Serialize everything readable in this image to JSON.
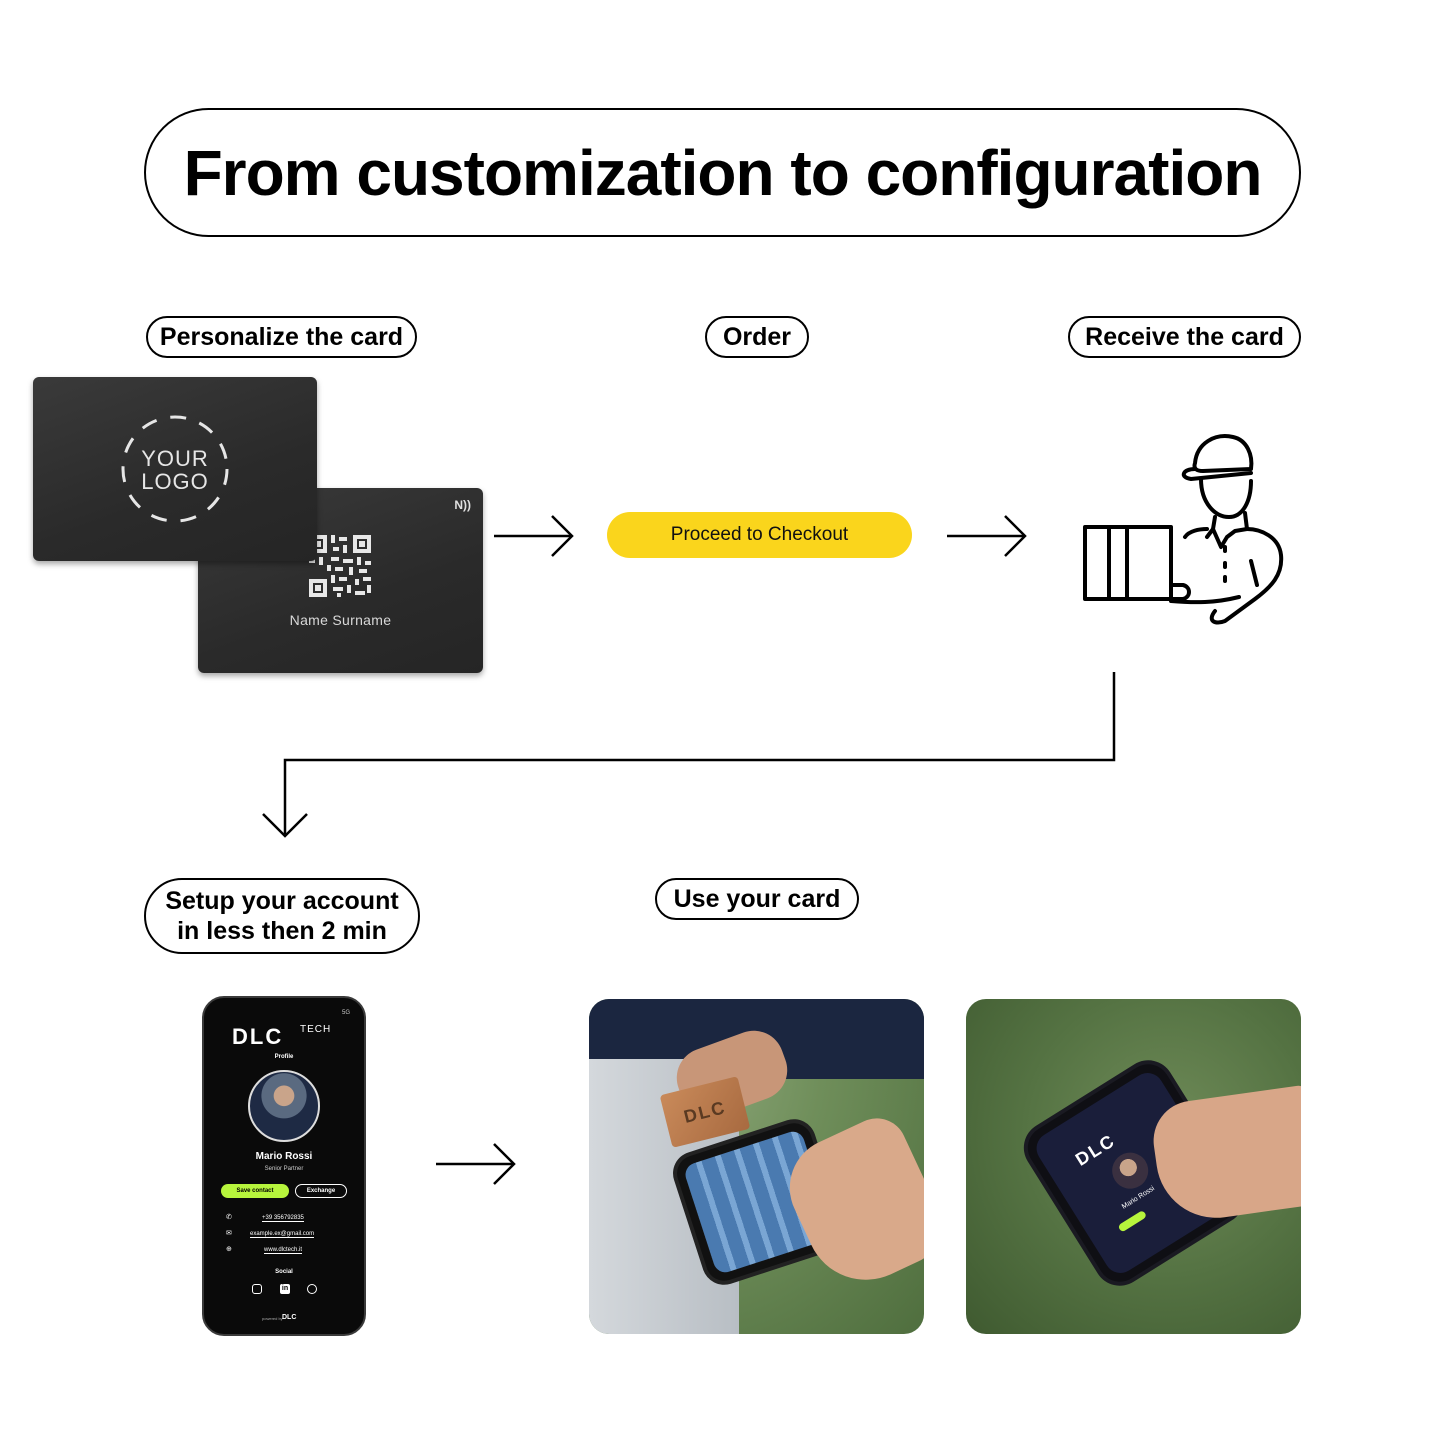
{
  "title": "From customization to configuration",
  "steps": {
    "personalize": "Personalize the card",
    "order": "Order",
    "receive": "Receive the card",
    "setup_line1": "Setup your account",
    "setup_line2": "in less then 2 min",
    "use": "Use your card"
  },
  "card": {
    "logo_line1": "YOUR",
    "logo_line2": "LOGO",
    "name": "Name Surname",
    "nfc_icon": "nfc-icon"
  },
  "checkout_button": "Proceed to Checkout",
  "phone_profile": {
    "status": "5G",
    "brand": "DLC",
    "brand_suffix": "TECH",
    "section": "Profile",
    "name": "Mario Rossi",
    "role": "Senior Partner",
    "save_contact": "Save contact",
    "exchange": "Exchange",
    "phone": "+39 356792835",
    "email": "example.ex@gmail.com",
    "website": "www.dlctech.it",
    "social_label": "Social",
    "powered_by": "powered by",
    "accent_color": "#b7f53c"
  },
  "photos": {
    "photo1_card_text": "DLC",
    "photo2_brand": "DLC",
    "photo2_name": "Mario Rossi"
  }
}
